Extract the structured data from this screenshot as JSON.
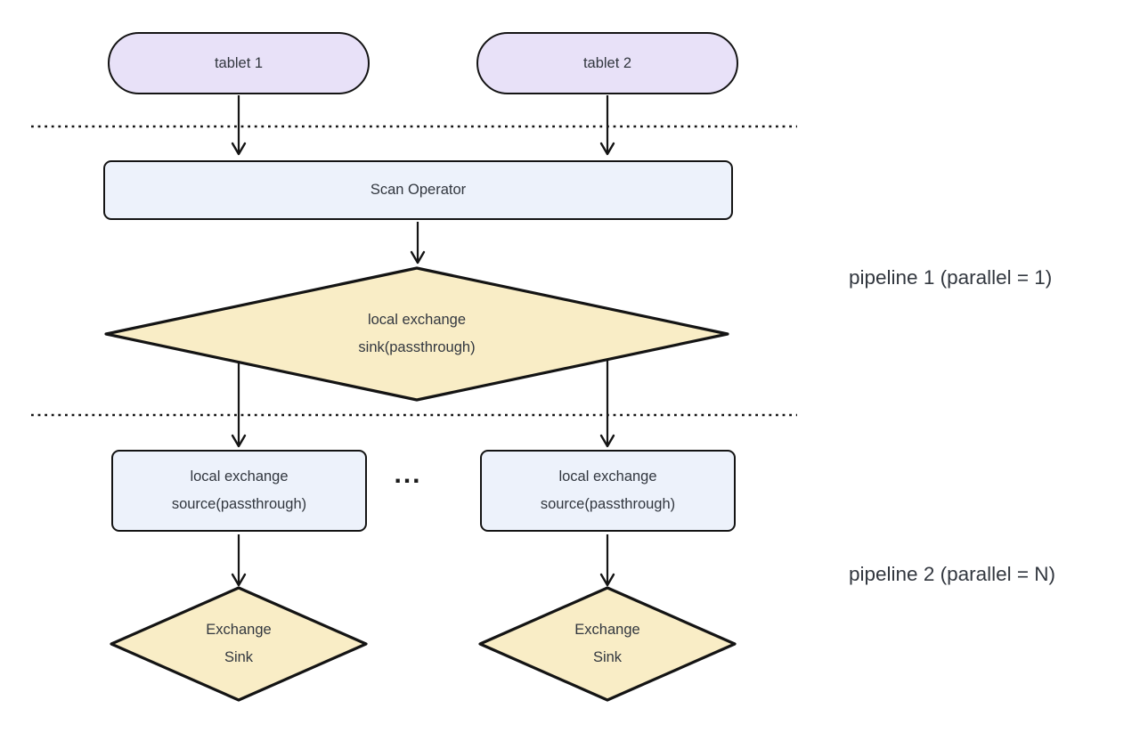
{
  "diagram": {
    "colors": {
      "background": "#FFFFFF",
      "tablet_fill": "#E8E1F8",
      "operator_fill": "#EDF2FB",
      "exchange_fill": "#F9EDC6",
      "border": "#141414",
      "text": "#32373F"
    },
    "nodes": {
      "tablet1": {
        "label": "tablet 1"
      },
      "tablet2": {
        "label": "tablet 2"
      },
      "scan_operator": {
        "label": "Scan Operator"
      },
      "local_exchange_sink": {
        "line1": "local exchange",
        "line2": "sink(passthrough)"
      },
      "local_exchange_source_left": {
        "line1": "local exchange",
        "line2": "source(passthrough)"
      },
      "local_exchange_source_right": {
        "line1": "local exchange",
        "line2": "source(passthrough)"
      },
      "exchange_sink_left": {
        "line1": "Exchange",
        "line2": "Sink"
      },
      "exchange_sink_right": {
        "line1": "Exchange",
        "line2": "Sink"
      }
    },
    "annotations": {
      "pipeline1": "pipeline 1 (parallel = 1)",
      "pipeline2": "pipeline 2 (parallel = N)",
      "ellipsis": "..."
    }
  }
}
